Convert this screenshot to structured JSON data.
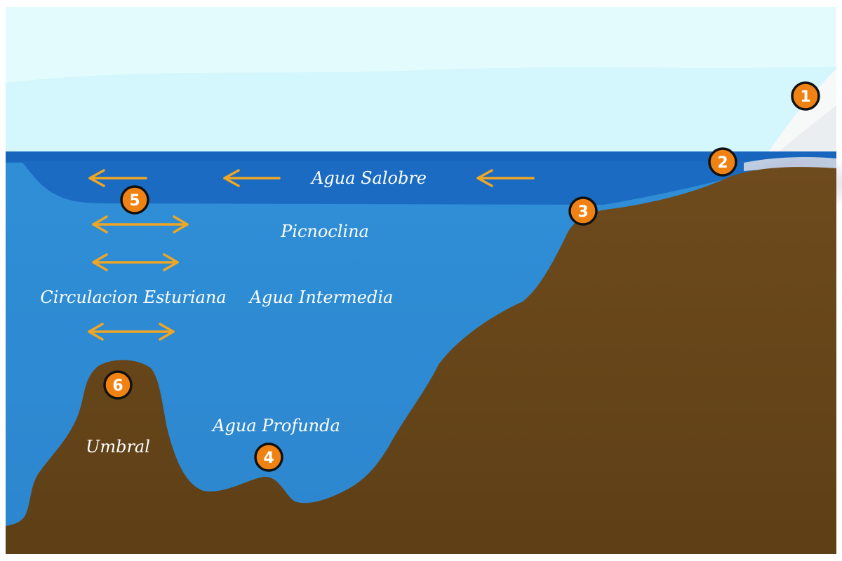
{
  "labels": {
    "brackish": "Agua Salobre",
    "pycnocline": "Picnoclina",
    "estuarine": "Circulacion Esturiana",
    "intermediate": "Agua Intermedia",
    "deep": "Agua Profunda",
    "sill": "Umbral"
  },
  "markers": [
    "1",
    "2",
    "3",
    "4",
    "5",
    "6"
  ],
  "colors": {
    "sky": "#d4f8fc",
    "brackish_water": "#1a6cc4",
    "water": "#2e8ad2",
    "ground": "#6b4a1c",
    "arrow": "#f0a623",
    "marker_fill": "#f08214",
    "marker_stroke": "#111111",
    "glacier": "#ffffff"
  },
  "icons": {
    "leftward_flow": "arrow-left-icon",
    "bidirectional_flow": "arrow-double-icon"
  }
}
